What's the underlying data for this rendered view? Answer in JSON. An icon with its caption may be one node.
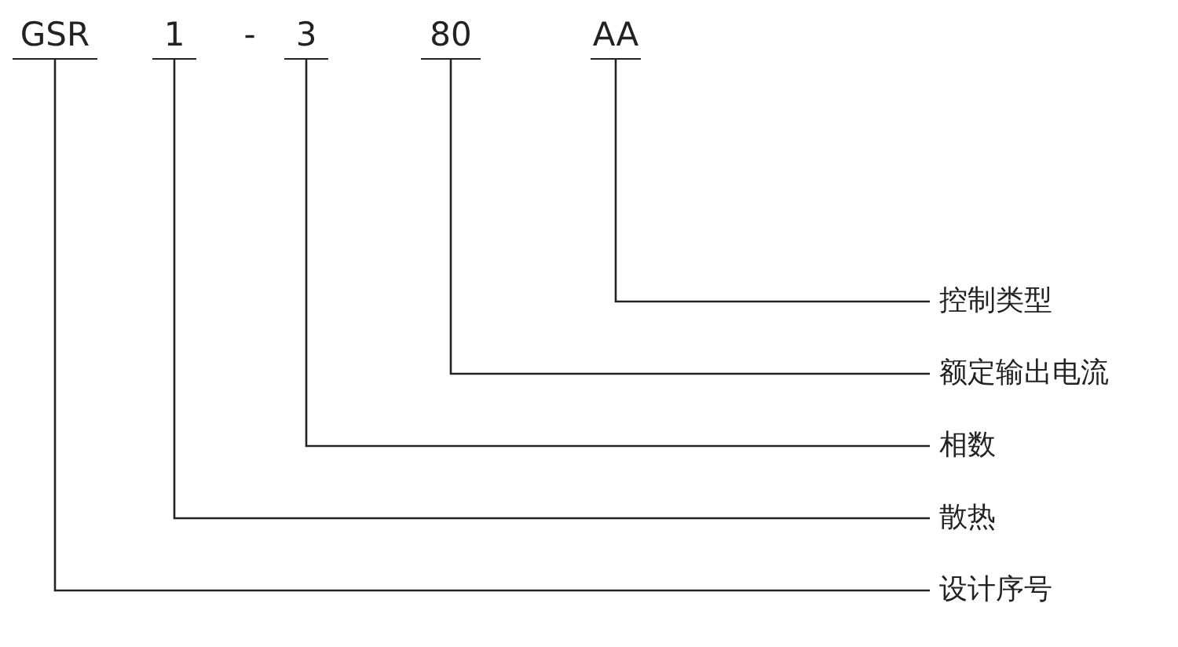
{
  "diagram": {
    "nodes": [
      {
        "text": [
          "GSR"
        ]
      },
      {
        "text": [
          "1"
        ]
      },
      {
        "text": [
          "3"
        ]
      },
      {
        "text": [
          "80"
        ]
      },
      {
        "text": [
          "AA"
        ]
      },
      {
        "text": [
          "控制类型"
        ]
      },
      {
        "text": [
          "额定输出电流"
        ]
      },
      {
        "text": [
          "相数"
        ]
      },
      {
        "text": [
          "散热"
        ]
      },
      {
        "text": [
          "设计序号"
        ]
      }
    ],
    "edges": [
      {
        "from": 4,
        "to": 5,
        "arrow": "none"
      },
      {
        "from": 3,
        "to": 6,
        "arrow": "none"
      },
      {
        "from": 2,
        "to": 7,
        "arrow": "none"
      },
      {
        "from": 1,
        "to": 8,
        "arrow": "none"
      },
      {
        "from": 0,
        "to": 9,
        "arrow": "none"
      }
    ],
    "labels": [
      "-"
    ]
  }
}
